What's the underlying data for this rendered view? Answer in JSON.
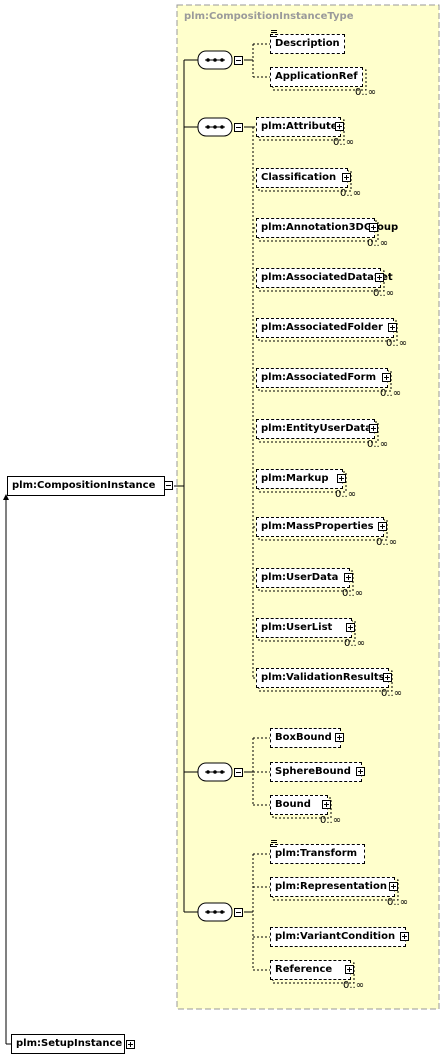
{
  "type_label": "plm:CompositionInstanceType",
  "root": {
    "label": "plm:CompositionInstance"
  },
  "sibling": {
    "label": "plm:SetupInstance"
  },
  "groups": [
    {
      "name": "sequence-1",
      "items": [
        {
          "label": "Description",
          "card": ""
        },
        {
          "label": "ApplicationRef",
          "card": "0..∞"
        }
      ]
    },
    {
      "name": "sequence-2",
      "items": [
        {
          "label": "plm:Attribute",
          "card": "0..∞"
        },
        {
          "label": "Classification",
          "card": "0..∞"
        },
        {
          "label": "plm:Annotation3DGroup",
          "card": "0..∞"
        },
        {
          "label": "plm:AssociatedDataSet",
          "card": "0..∞"
        },
        {
          "label": "plm:AssociatedFolder",
          "card": "0..∞"
        },
        {
          "label": "plm:AssociatedForm",
          "card": "0..∞"
        },
        {
          "label": "plm:EntityUserData",
          "card": "0..∞"
        },
        {
          "label": "plm:Markup",
          "card": "0..∞"
        },
        {
          "label": "plm:MassProperties",
          "card": "0..∞"
        },
        {
          "label": "plm:UserData",
          "card": "0..∞"
        },
        {
          "label": "plm:UserList",
          "card": "0..∞"
        },
        {
          "label": "plm:ValidationResults",
          "card": "0..∞"
        }
      ]
    },
    {
      "name": "sequence-3",
      "items": [
        {
          "label": "BoxBound",
          "card": ""
        },
        {
          "label": "SphereBound",
          "card": ""
        },
        {
          "label": "Bound",
          "card": "0..∞"
        }
      ]
    },
    {
      "name": "sequence-4",
      "items": [
        {
          "label": "plm:Transform",
          "card": ""
        },
        {
          "label": "plm:Representation",
          "card": "0..∞"
        },
        {
          "label": "plm:VariantCondition",
          "card": ""
        },
        {
          "label": "Reference",
          "card": "0..∞"
        }
      ]
    }
  ]
}
